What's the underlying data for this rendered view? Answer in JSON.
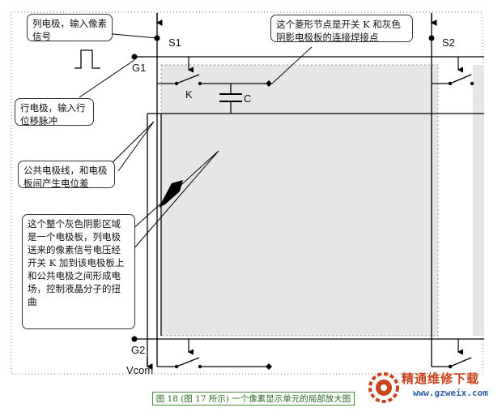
{
  "callouts": {
    "column_electrode": "列电极，输入像素信号",
    "row_electrode": "行电极，输入行位移脉冲",
    "common_electrode": "公共电极线，和电极板间产生电位差",
    "diamond_node": "这个菱形节点是开关 K 和灰色阴影电极板的连接焊接点",
    "gray_region": "这个整个灰色阴影区域是一个电极板，列电极送来的像素信号电压经开关 K 加到该电极板上和公共电极之间形成电场，控制液晶分子的扭曲"
  },
  "labels": {
    "s1": "S1",
    "s2": "S2",
    "g1": "G1",
    "g2": "G2",
    "k": "K",
    "c": "C",
    "vcom": "Vcom"
  },
  "caption": "图 18 (图 17 所示) 一个像素显示单元的局部放大图",
  "watermark": {
    "name": "精通维修下载",
    "url": "www.gzweix.com"
  },
  "colors": {
    "pixel_area": "#e6e6e6",
    "caption": "#2d6a22",
    "logo_red": "#c8441c",
    "logo_blue": "#2a5fa0"
  }
}
